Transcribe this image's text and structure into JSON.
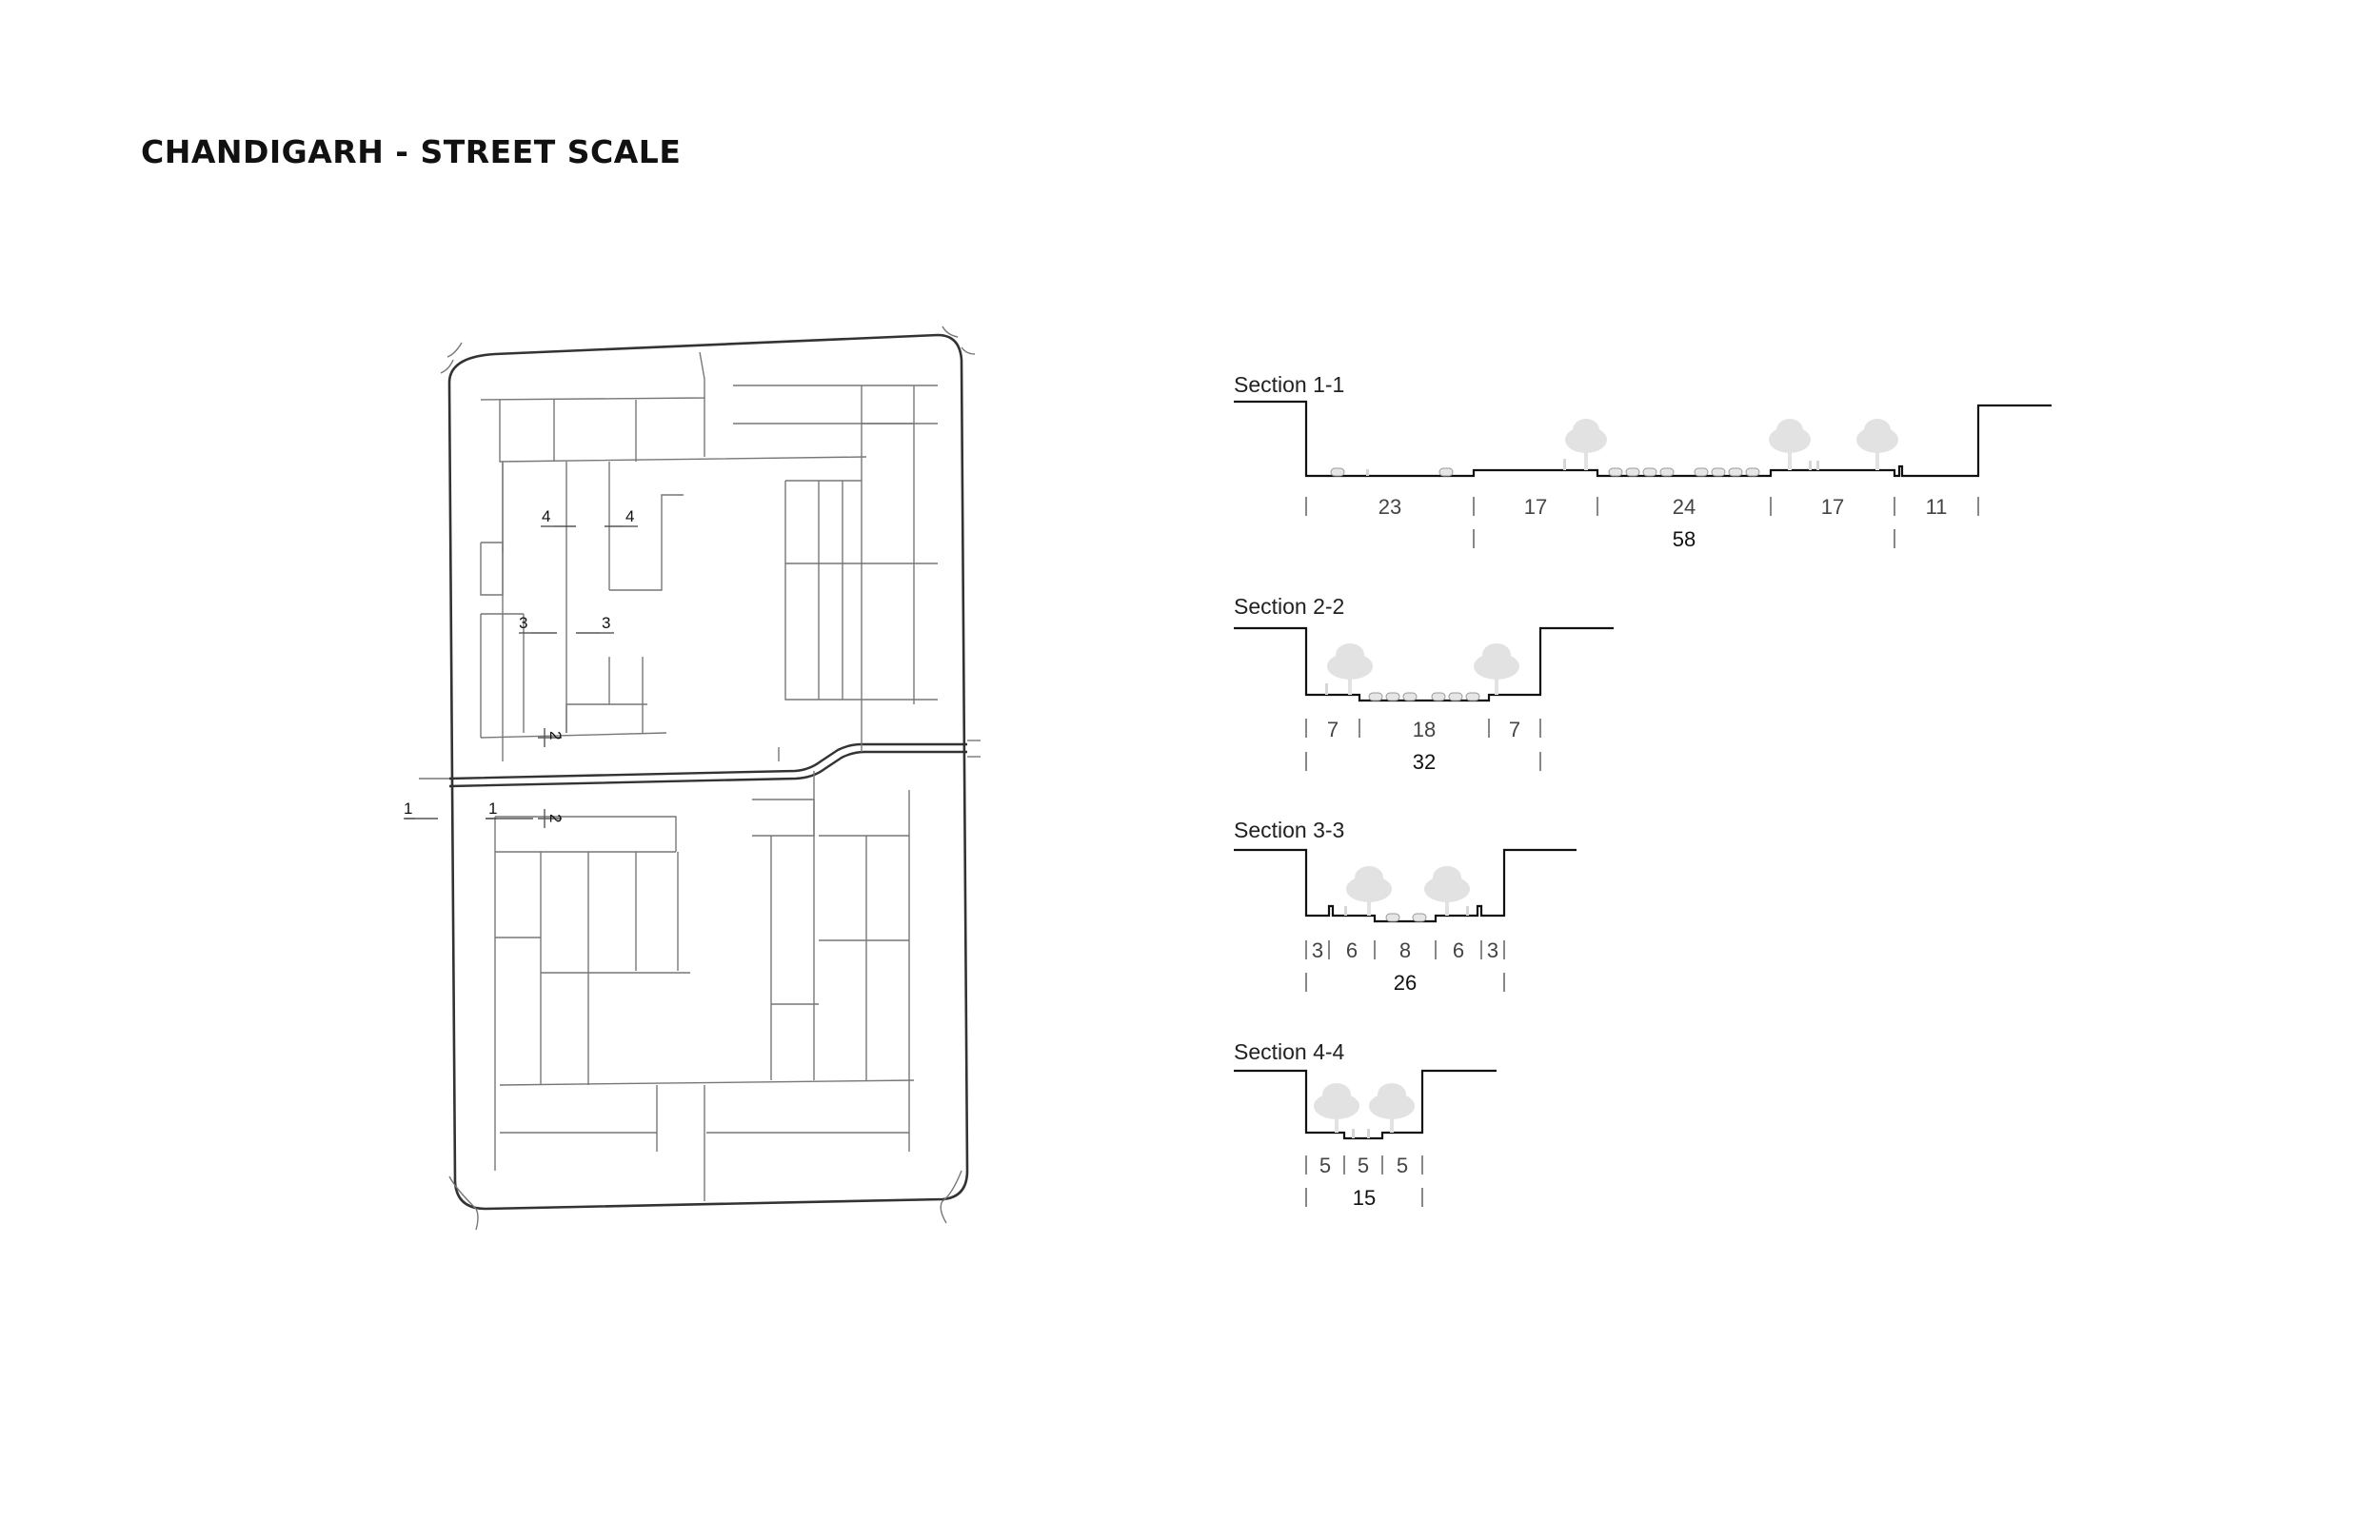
{
  "title": "CHANDIGARH - STREET SCALE",
  "plan": {
    "cut_labels": [
      "1",
      "1",
      "2",
      "2",
      "3",
      "3",
      "4",
      "4"
    ]
  },
  "sections": [
    {
      "label": "Section 1-1",
      "segments": [
        "23",
        "17",
        "24",
        "17",
        "11"
      ],
      "total": "58"
    },
    {
      "label": "Section 2-2",
      "segments": [
        "7",
        "18",
        "7"
      ],
      "total": "32"
    },
    {
      "label": "Section 3-3",
      "segments": [
        "3",
        "6",
        "8",
        "6",
        "3"
      ],
      "total": "26"
    },
    {
      "label": "Section 4-4",
      "segments": [
        "5",
        "5",
        "5"
      ],
      "total": "15"
    }
  ]
}
